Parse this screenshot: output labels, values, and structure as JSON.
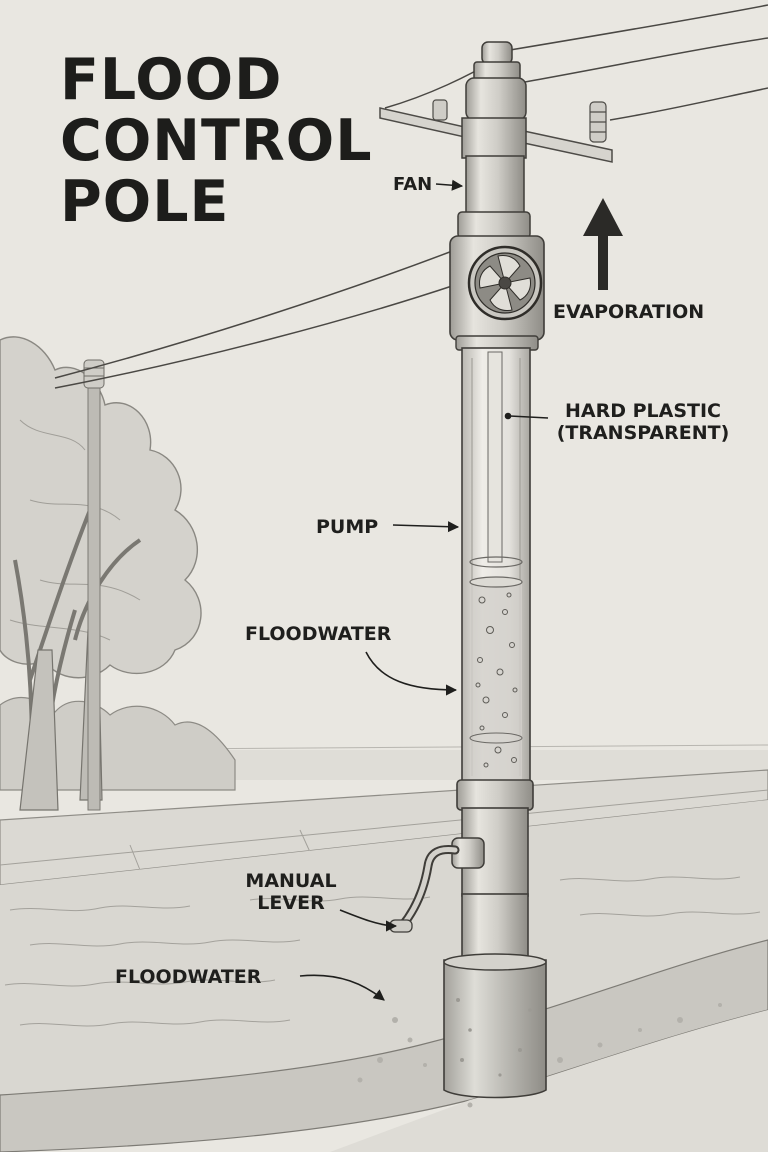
{
  "title": {
    "line1": "FLOOD",
    "line2": "CONTROL",
    "line3": "POLE"
  },
  "labels": {
    "fan": "FAN",
    "evaporation": "EVAPORATION",
    "hard_plastic_line1": "HARD PLASTIC",
    "hard_plastic_line2": "(TRANSPARENT)",
    "pump": "PUMP",
    "floodwater_upper": "FLOODWATER",
    "manual_lever_line1": "MANUAL",
    "manual_lever_line2": "LEVER",
    "floodwater_lower": "FLOODWATER"
  },
  "colors": {
    "background": "#e9e7e1",
    "ink": "#1d1d1b",
    "pole": "#d8d6d0",
    "water": "#d2d0ca"
  }
}
